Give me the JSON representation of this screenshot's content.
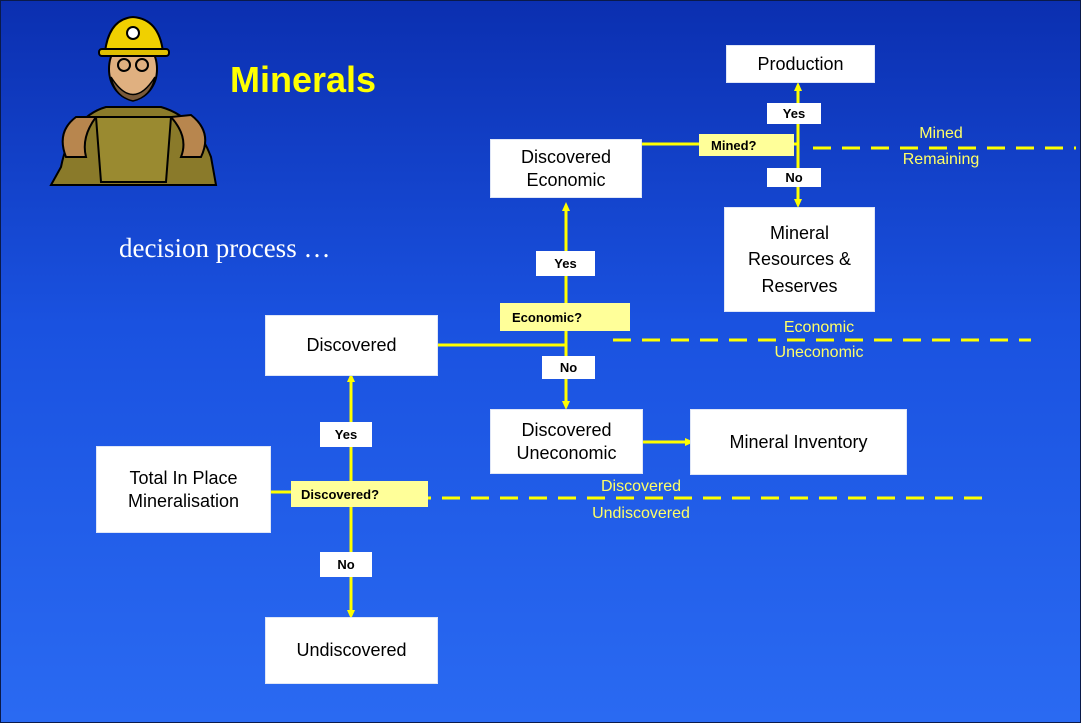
{
  "title": "Minerals",
  "subtitle": "decision process …",
  "boxes": {
    "production": "Production",
    "discovered_economic": "Discovered\nEconomic",
    "resources_reserves": "Mineral\nResources &\nReserves",
    "discovered": "Discovered",
    "discovered_uneconomic": "Discovered\nUneconomic",
    "mineral_inventory": "Mineral Inventory",
    "total_in_place": "Total In Place\nMineralisation",
    "undiscovered": "Undiscovered"
  },
  "questions": {
    "mined": "Mined?",
    "economic": "Economic?",
    "discovered": "Discovered?"
  },
  "answers": {
    "mined_yes": "Yes",
    "mined_no": "No",
    "economic_yes": "Yes",
    "economic_no": "No",
    "discovered_yes": "Yes",
    "discovered_no": "No"
  },
  "zones": {
    "mined": "Mined",
    "remaining": "Remaining",
    "economic": "Economic",
    "uneconomic": "Uneconomic",
    "discovered": "Discovered",
    "undiscovered": "Undiscovered"
  },
  "colors": {
    "background_top": "#0b2fb0",
    "background_bottom": "#2a6af2",
    "title": "#ffff00",
    "connector": "#ffff00",
    "question_label_bg": "#ffff99",
    "zone_text": "#ffff66"
  },
  "icons": {
    "miner": "miner-clipart"
  }
}
